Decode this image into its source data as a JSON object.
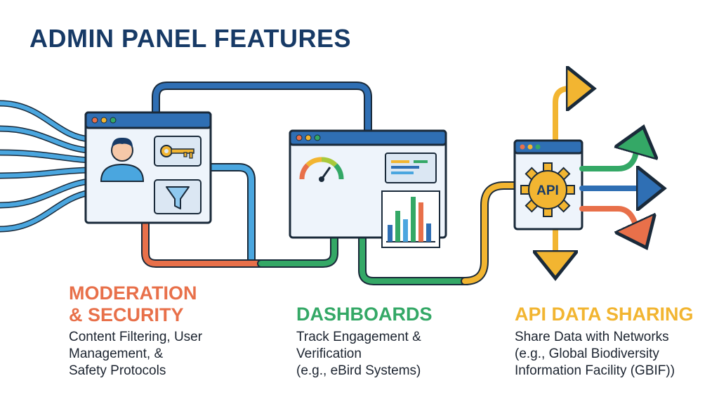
{
  "title": "ADMIN PANEL FEATURES",
  "colors": {
    "navy": "#173a66",
    "blue": "#2f6fb4",
    "light_blue": "#4aa6df",
    "orange": "#e8704a",
    "green": "#34a866",
    "yellow": "#f2b531",
    "panel_fill": "#eef4fb"
  },
  "api_badge": "API",
  "features": [
    {
      "heading_lines": [
        "MODERATION",
        "& SECURITY"
      ],
      "description_lines": [
        "Content Filtering, User",
        "Management, &",
        "Safety Protocols"
      ],
      "color": "#e8704a"
    },
    {
      "heading_lines": [
        "DASHBOARDS"
      ],
      "description_lines": [
        "Track Engagement &",
        "Verification",
        "(e.g., eBird Systems)"
      ],
      "color": "#34a866"
    },
    {
      "heading_lines": [
        "API DATA SHARING"
      ],
      "description_lines": [
        "Share Data with Networks",
        "(e.g., Global Biodiversity",
        "Information Facility (GBIF))"
      ],
      "color": "#f2b531"
    }
  ]
}
